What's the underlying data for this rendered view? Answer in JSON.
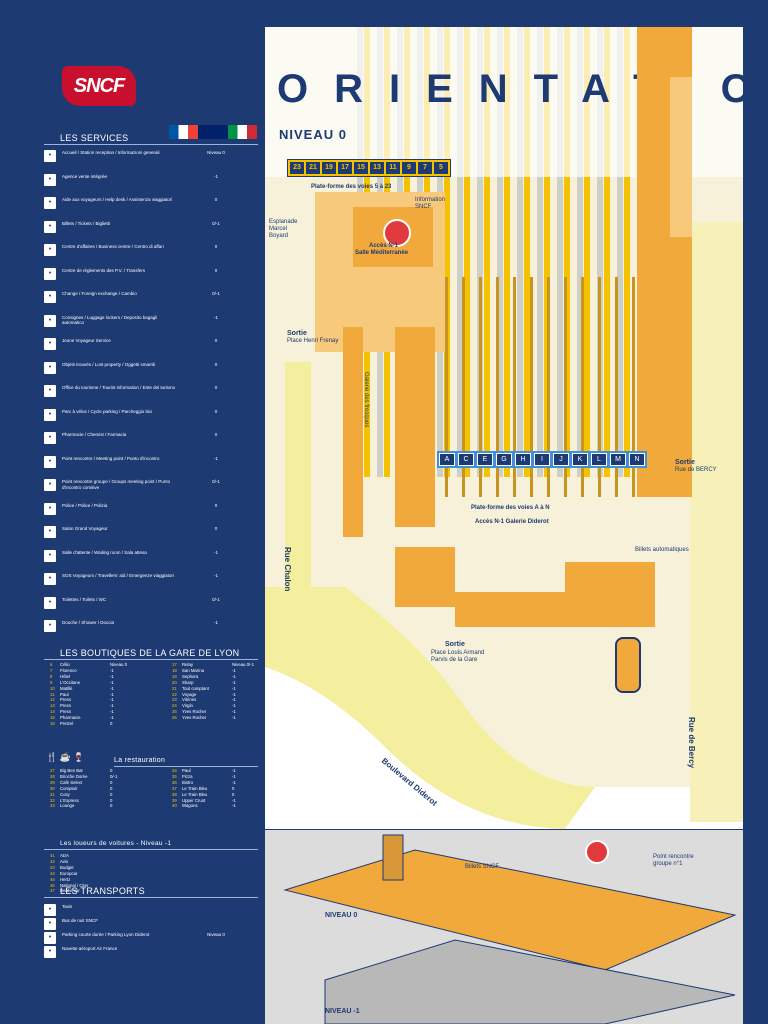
{
  "brand": {
    "logo_text": "SNCF",
    "color": "#c8102e"
  },
  "services": {
    "title": "LES SERVICES",
    "flags": [
      "#0055a4",
      "#c8102e",
      "#2e8b57"
    ],
    "items": [
      {
        "icon": "info-icon",
        "text": "Accueil / Station reception / Informazioni generali",
        "level": "Niveau 0"
      },
      {
        "icon": "ticket-icon",
        "text": "Agence vente intégrée",
        "level": "-1"
      },
      {
        "icon": "wheelchair-icon",
        "text": "Aide aux voyageurs / Help desk / Assistenza viaggiatori",
        "level": "0"
      },
      {
        "icon": "ticket-icon",
        "text": "Billets / Tickets / Biglietti",
        "level": "0/-1"
      },
      {
        "icon": "business-icon",
        "text": "Centre d'affaires / Business centre / Centro di affari",
        "level": "0"
      },
      {
        "icon": "money-icon",
        "text": "Centre de règlements des P.V. / Transfers",
        "level": "0"
      },
      {
        "icon": "change-icon",
        "text": "Change / Foreign exchange / Cambio",
        "level": "0/-1"
      },
      {
        "icon": "locker-icon",
        "text": "Consignes / Luggage lockers / Deposito bagagli automatico",
        "level": "-1"
      },
      {
        "icon": "jvs-icon",
        "text": "Jeune Voyageur Service",
        "level": "0"
      },
      {
        "icon": "lost-icon",
        "text": "Objets trouvés / Lost property / Oggetti smarriti",
        "level": "0"
      },
      {
        "icon": "tourist-icon",
        "text": "Office du tourisme / Tourist information / Ente del turismo",
        "level": "0"
      },
      {
        "icon": "parking-icon",
        "text": "Parc à vélos / Cycle parking / Parcheggio bici",
        "level": "0"
      },
      {
        "icon": "pharmacy-icon",
        "text": "Pharmacie / Chemist / Farmacia",
        "level": "0"
      },
      {
        "icon": "meeting-icon",
        "text": "Point rencontre / Meeting point / Punto d'incontro",
        "level": "-1"
      },
      {
        "icon": "meeting-icon",
        "text": "Point rencontre groupe / Groups meeting point / Punto d'incontro comitive",
        "level": "0/-1"
      },
      {
        "icon": "police-icon",
        "text": "Police / Police / Polizia",
        "level": "0"
      },
      {
        "icon": "lounge-icon",
        "text": "Salon Grand Voyageur",
        "level": "0"
      },
      {
        "icon": "waiting-icon",
        "text": "Salle d'attente / Waiting room / Sala attesa",
        "level": "-1"
      },
      {
        "icon": "sos-icon",
        "text": "SOS Voyageurs / Travellers' aid / Emergenze viaggiatori",
        "level": "-1"
      },
      {
        "icon": "toilet-icon",
        "text": "Toilettes / Toilets / WC",
        "level": "0/-1"
      },
      {
        "icon": "shower-icon",
        "text": "Douche / Shower / Doccia",
        "level": "-1"
      }
    ]
  },
  "boutiques": {
    "title": "LES BOUTIQUES DE LA GARE DE LYON",
    "left": [
      [
        "6",
        "Célio",
        "Niveau 0"
      ],
      [
        "7",
        "Florence",
        "-1"
      ],
      [
        "8",
        "Hôtel",
        "-1"
      ],
      [
        "9",
        "L'Occitane",
        "-1"
      ],
      [
        "10",
        "Matillé",
        "-1"
      ],
      [
        "11",
        "Paul",
        "-1"
      ],
      [
        "12",
        "Press",
        "-1"
      ],
      [
        "13",
        "Press",
        "-1"
      ],
      [
        "14",
        "Press",
        "-1"
      ],
      [
        "15",
        "Pharmacie",
        "-1"
      ],
      [
        "16",
        "Pretzel",
        "0"
      ]
    ],
    "right": [
      [
        "17",
        "Relay",
        "Niveau 0/-1"
      ],
      [
        "18",
        "San Marina",
        "-1"
      ],
      [
        "19",
        "Sephora",
        "-1"
      ],
      [
        "20",
        "Sharp",
        "-1"
      ],
      [
        "21",
        "Tout comptant",
        "-1"
      ],
      [
        "22",
        "Voyage",
        "-1"
      ],
      [
        "23",
        "Vitrines",
        "-1"
      ],
      [
        "24",
        "Virgin",
        "-1"
      ],
      [
        "25",
        "Yves Rocher",
        "-1"
      ],
      [
        "26",
        "Yves Rocher",
        "-1"
      ]
    ]
  },
  "restauration": {
    "title": "La restauration",
    "left": [
      [
        "27",
        "Big Ben Bar",
        "0"
      ],
      [
        "28",
        "Brioche Dorée",
        "0/-1"
      ],
      [
        "29",
        "Café Select",
        "0"
      ],
      [
        "30",
        "Comptoir",
        "0"
      ],
      [
        "31",
        "Cosy",
        "0"
      ],
      [
        "32",
        "L'Express",
        "0"
      ],
      [
        "33",
        "Lounge",
        "0"
      ]
    ],
    "right": [
      [
        "34",
        "Paul",
        "-1"
      ],
      [
        "35",
        "Pizza",
        "-1"
      ],
      [
        "36",
        "Bistro",
        "-1"
      ],
      [
        "37",
        "Le Train Bleu",
        "0"
      ],
      [
        "38",
        "Le Train Bleu",
        "0"
      ],
      [
        "39",
        "Upper Crust",
        "-1"
      ],
      [
        "40",
        "Wagons",
        "-1"
      ]
    ]
  },
  "loueurs": {
    "title": "Les loueurs de voitures - Niveau -1",
    "items": [
      [
        "41",
        "ADA"
      ],
      [
        "42",
        "Avis"
      ],
      [
        "43",
        "Budget"
      ],
      [
        "44",
        "Europcar"
      ],
      [
        "45",
        "Hertz"
      ],
      [
        "46",
        "National / Citer"
      ],
      [
        "47",
        "Rent a car"
      ]
    ]
  },
  "transports": {
    "title": "LES TRANSPORTS",
    "items": [
      {
        "icon": "taxi-icon",
        "text": "Taxis",
        "level": ""
      },
      {
        "icon": "bus-icon",
        "text": "Bus de nuit SNCF",
        "level": ""
      },
      {
        "icon": "parking-icon",
        "text": "Parking courte durée / Parking Lyon Diderot",
        "level": "Niveau 0"
      },
      {
        "icon": "plane-icon",
        "text": "Navette aéroport Air France",
        "level": ""
      }
    ]
  },
  "map": {
    "title": "ORIENTATION",
    "level": "NIVEAU 0",
    "track_numbers_top": [
      "23",
      "21",
      "19",
      "17",
      "15",
      "13",
      "11",
      "9",
      "7",
      "5"
    ],
    "platform_top": "Plate-forme des voies 5 à 23",
    "track_letters": [
      "A",
      "C",
      "E",
      "G",
      "H",
      "I",
      "J",
      "K",
      "L",
      "M",
      "N"
    ],
    "platform_bottom": "Plate-forme des voies A à N",
    "acces_main": "Accès N-1",
    "salle": "Salle Méditerranée",
    "galerie": "Accès N-1 Galerie Diderot",
    "sortie_left": "Sortie",
    "sortie_left_place": "Place Henri Frenay",
    "sortie_center": "Sortie",
    "sortie_center_place": "Place Louis Armand Parvis de la Gare",
    "sortie_right": "Sortie",
    "sortie_right_place": "Rue de BERCY",
    "rue_chalon": "Rue Chalon",
    "boulevard": "Boulevard Diderot",
    "rue_bercy": "Rue de Bercy",
    "esplanade": "Esplanade Marcel Boyard",
    "info": "Information SNCF",
    "billets": "Billets automatiques",
    "galerie_fresques": "Galerie des fresques",
    "niveau_minus1": "NIVEAU -1",
    "niveau_0_small": "NIVEAU 0",
    "billets_sncf": "Billets SNCF",
    "point_rencontre": "Point rencontre groupe n°1"
  },
  "colors": {
    "navy": "#1d3a73",
    "orange": "#f2a93b",
    "yellow": "#f4c200",
    "blue": "#3f8fd9"
  }
}
